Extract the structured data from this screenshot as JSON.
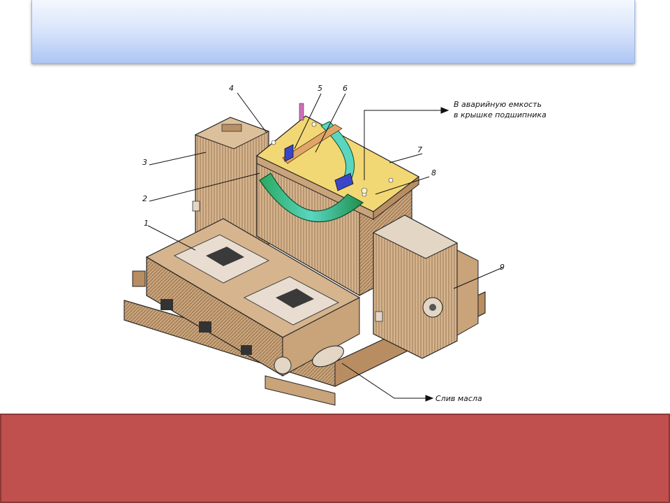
{
  "slide": {
    "title": "",
    "footer_text": ""
  },
  "figure": {
    "callouts": [
      "1",
      "2",
      "3",
      "4",
      "5",
      "6",
      "7",
      "8",
      "9"
    ],
    "annotation_emergency_line1": "В аварийную емкость",
    "annotation_emergency_line2": "в крышке подшипника",
    "annotation_drain": "Слив масла"
  },
  "colors": {
    "title_gradient_top": "#f4f8fe",
    "title_gradient_bottom": "#aec6f3",
    "footer": "#c0504d",
    "housing": "#d6b48e",
    "liner": "#2eb872",
    "flange": "#f2d775",
    "bolt_blocks": "#3a46c8"
  }
}
